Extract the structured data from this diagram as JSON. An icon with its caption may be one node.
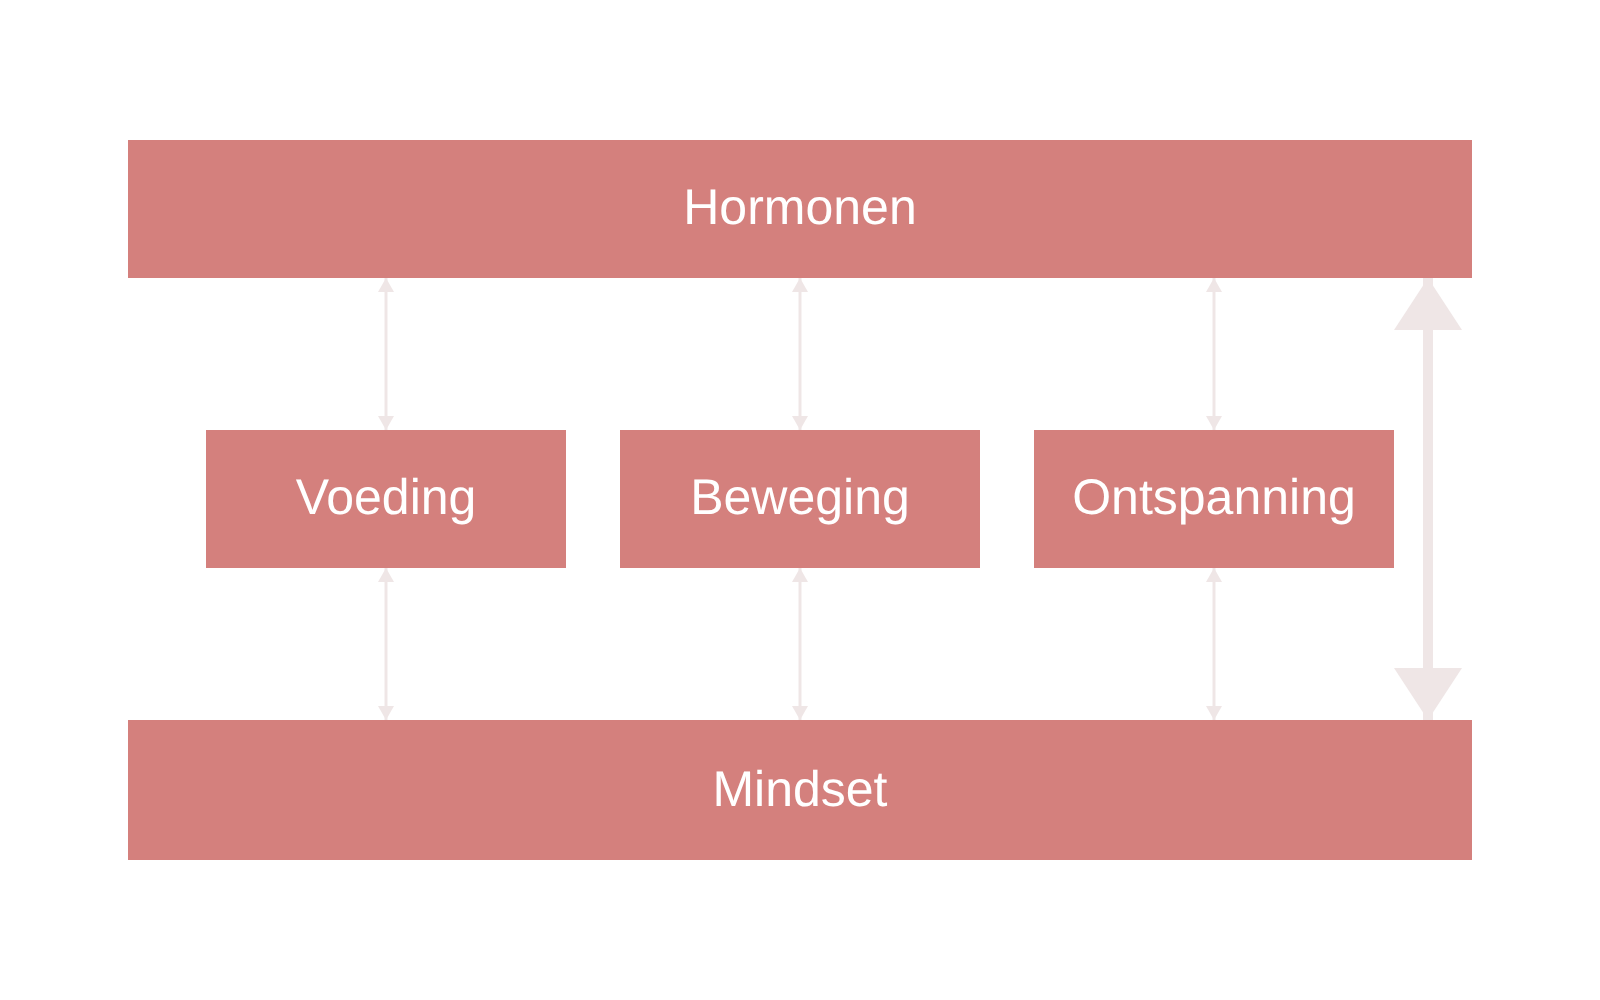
{
  "diagram": {
    "nodes": [
      {
        "text": [
          "Hormonen"
        ]
      },
      {
        "text": [
          "Voeding"
        ]
      },
      {
        "text": [
          "Beweging"
        ]
      },
      {
        "text": [
          "Ontspanning"
        ]
      },
      {
        "text": [
          "Mindset"
        ]
      }
    ],
    "edges": [
      {
        "from": 0,
        "to": 1,
        "arrow": "both"
      },
      {
        "from": 0,
        "to": 2,
        "arrow": "both"
      },
      {
        "from": 0,
        "to": 3,
        "arrow": "both"
      },
      {
        "from": 1,
        "to": 4,
        "arrow": "both"
      },
      {
        "from": 2,
        "to": 4,
        "arrow": "both"
      },
      {
        "from": 3,
        "to": 4,
        "arrow": "both"
      },
      {
        "from": 0,
        "to": 4,
        "arrow": "both",
        "style": "thick"
      }
    ]
  }
}
